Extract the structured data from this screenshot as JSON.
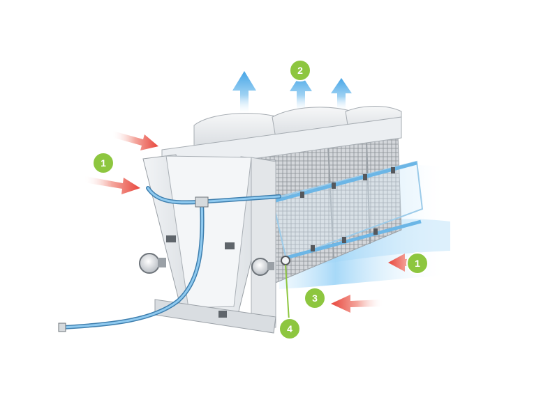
{
  "diagram": {
    "callouts": [
      {
        "id": "air-inlet-left",
        "label": "1"
      },
      {
        "id": "air-outlet-top",
        "label": "2"
      },
      {
        "id": "spray-mist",
        "label": "3"
      },
      {
        "id": "spray-nozzle",
        "label": "4"
      },
      {
        "id": "air-inlet-right",
        "label": "1"
      }
    ],
    "colors": {
      "badge": "#8dc63f",
      "hot_air": "#e8463c",
      "cool_air": "#46a5e6",
      "water_pipe": "#6cb6e6",
      "frame": "#e6e9ec",
      "fin": "#8a8f95"
    }
  }
}
